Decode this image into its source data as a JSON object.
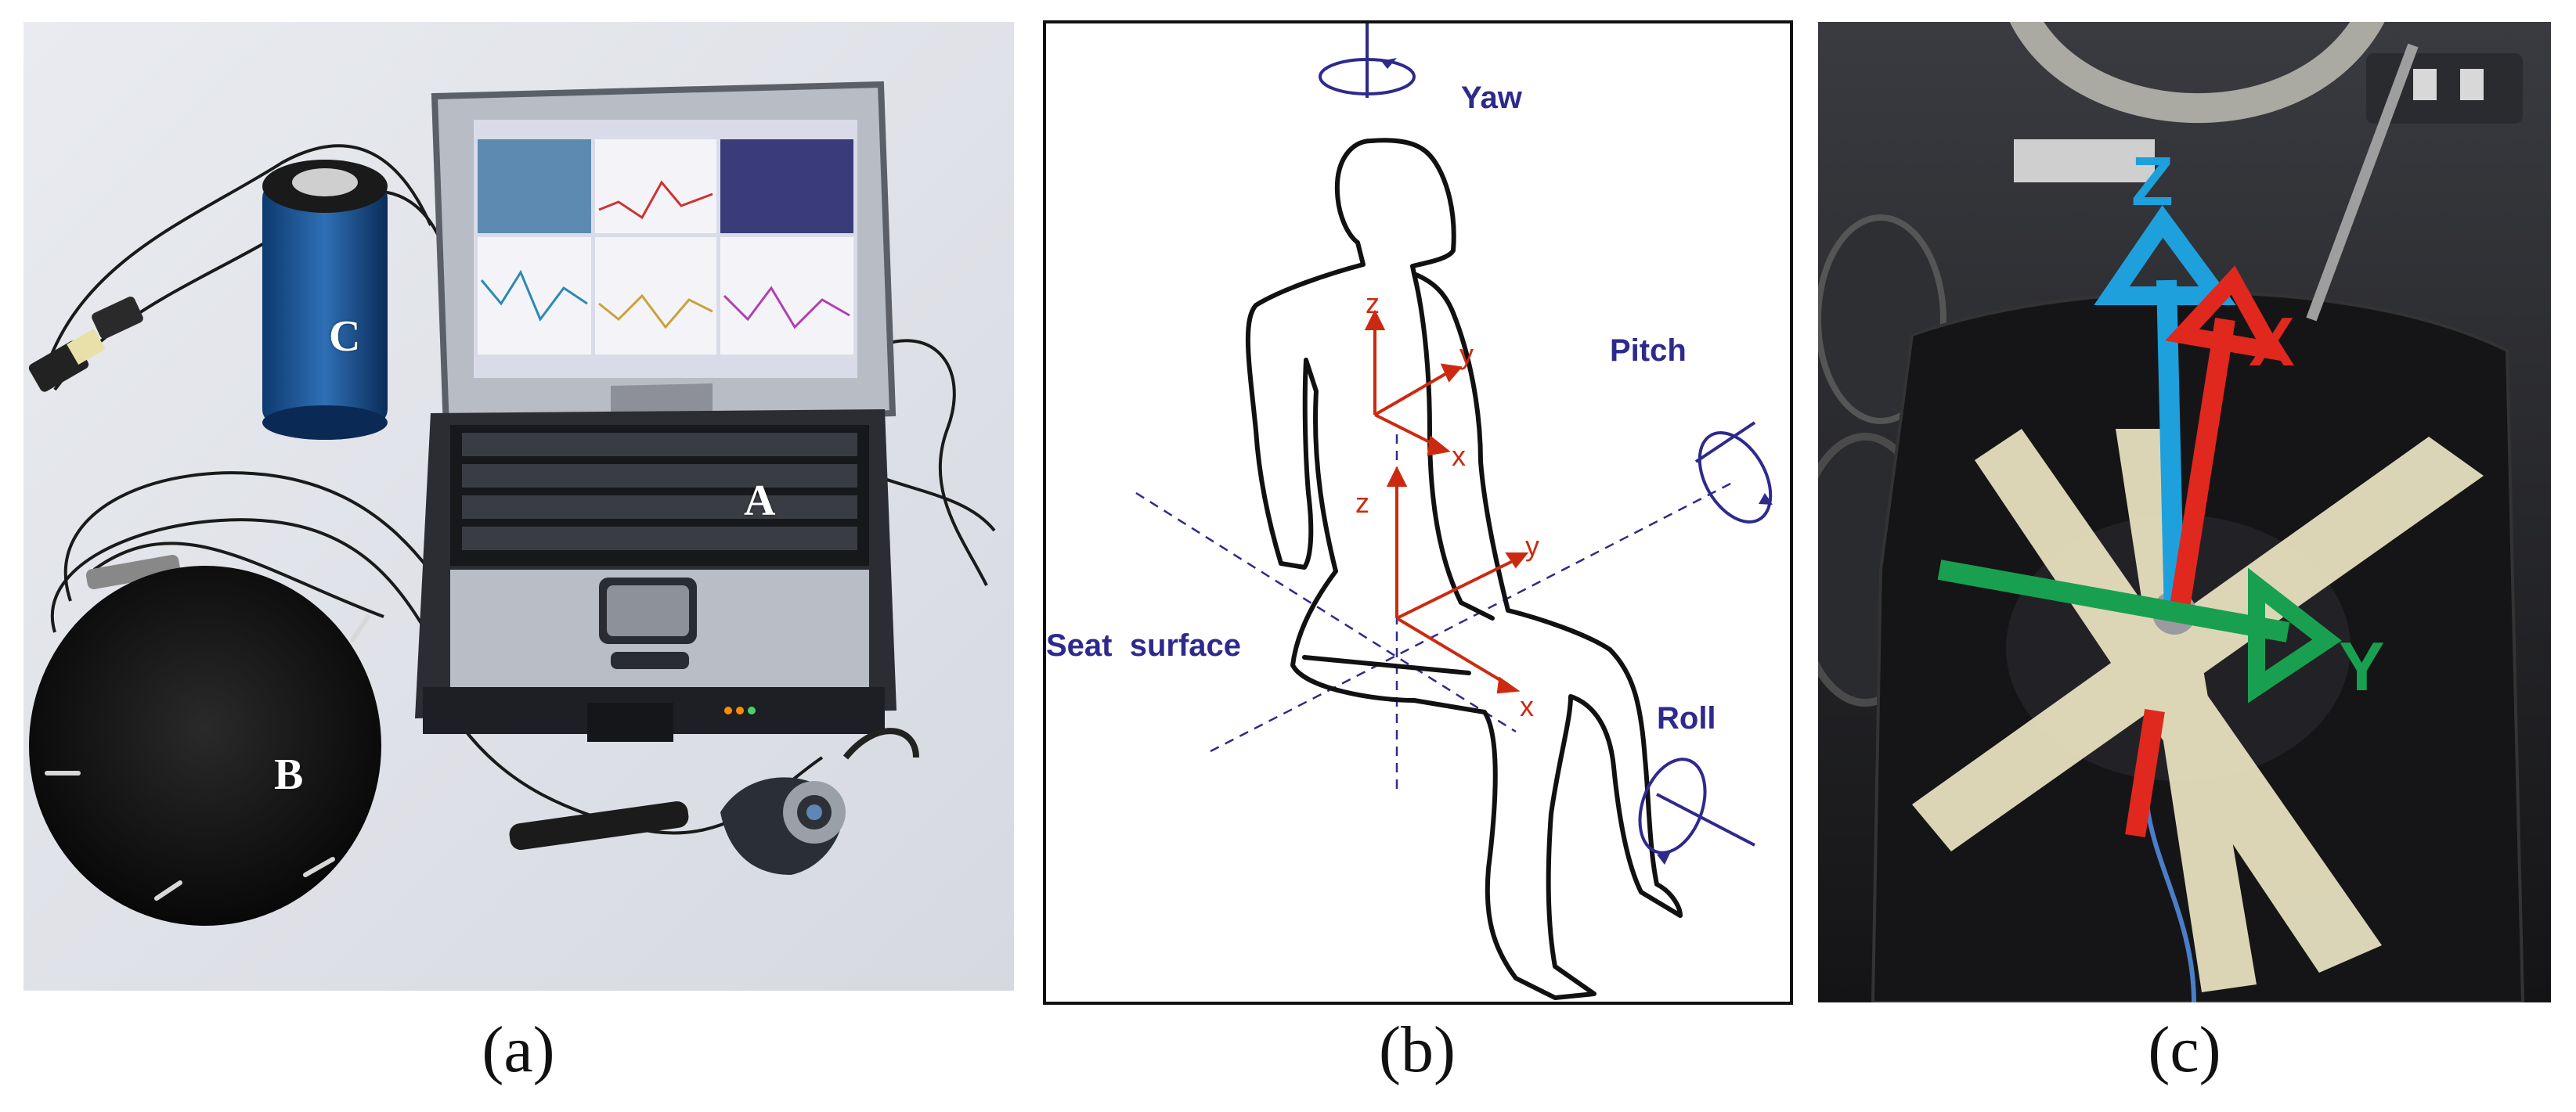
{
  "panel_a": {
    "caption": "(a)",
    "labels": {
      "laptop": "A",
      "seat_pad": "B",
      "sensor": "C"
    }
  },
  "panel_b": {
    "caption": "(b)",
    "rotation_labels": {
      "yaw": "Yaw",
      "pitch": "Pitch",
      "roll": "Roll"
    },
    "seat_surface": "Seat  surface",
    "upper_axes": {
      "z": "z",
      "y": "y",
      "x": "x"
    },
    "seat_axes": {
      "z": "z",
      "y": "y",
      "x": "x"
    },
    "colors": {
      "rotation": "#2e2a8c",
      "axes": "#cc2a10",
      "outline": "#111111"
    }
  },
  "panel_c": {
    "caption": "(c)",
    "axes": {
      "z": "Z",
      "x": "X",
      "y": "Y"
    },
    "colors": {
      "z": "#1ea0dc",
      "x": "#e0281e",
      "y": "#18a050"
    }
  }
}
